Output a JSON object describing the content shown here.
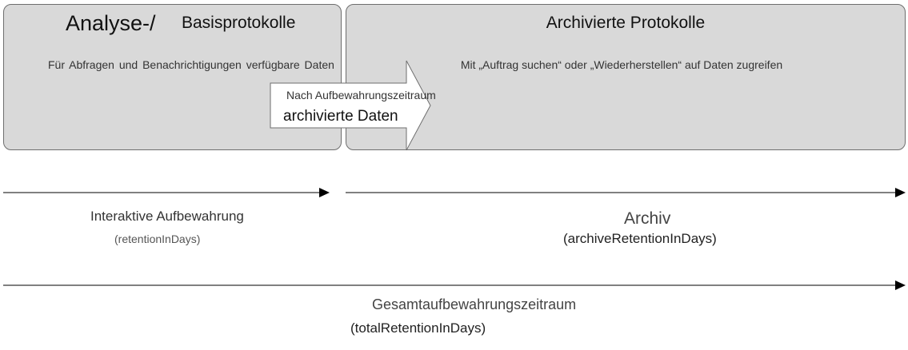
{
  "left_panel": {
    "title_part1": "Analyse-/",
    "title_part2": "Basisprotokolle",
    "description": "Für Abfragen und Benachrichtigungen verfügbare Daten"
  },
  "right_panel": {
    "title": "Archivierte Protokolle",
    "description": "Mit „Auftrag suchen“ oder „Wiederherstellen“ auf Daten zugreifen"
  },
  "transition_arrow": {
    "line1": "Nach Aufbewahrungszeitraum",
    "line2": "archivierte Daten"
  },
  "timelines": {
    "interactive": {
      "label": "Interaktive Aufbewahrung",
      "parameter": "(retentionInDays)"
    },
    "archive": {
      "label": "Archiv",
      "parameter": "(archiveRetentionInDays)"
    },
    "total": {
      "label": "Gesamtaufbewahrungszeitraum",
      "parameter": "(totalRetentionInDays)"
    }
  },
  "colors": {
    "panel_fill": "#d9d9d9",
    "panel_border": "#6e6e6e",
    "arrow_fill": "#ffffff",
    "line": "#000000"
  }
}
